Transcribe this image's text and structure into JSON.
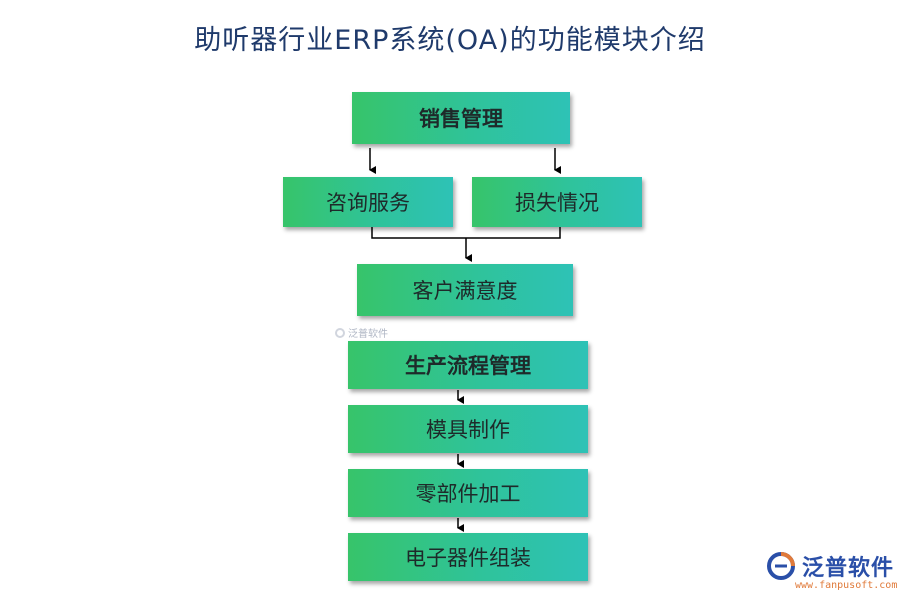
{
  "title": "助听器行业ERP系统(OA)的功能模块介绍",
  "nodes": {
    "sales": "销售管理",
    "consult": "咨询服务",
    "loss": "损失情况",
    "satisfaction": "客户满意度",
    "production": "生产流程管理",
    "mold": "模具制作",
    "parts": "零部件加工",
    "assembly": "电子器件组装"
  },
  "watermark": {
    "small_text": "泛普软件",
    "logo_text": "泛普软件",
    "logo_url": "www.fanpusoft.com"
  }
}
